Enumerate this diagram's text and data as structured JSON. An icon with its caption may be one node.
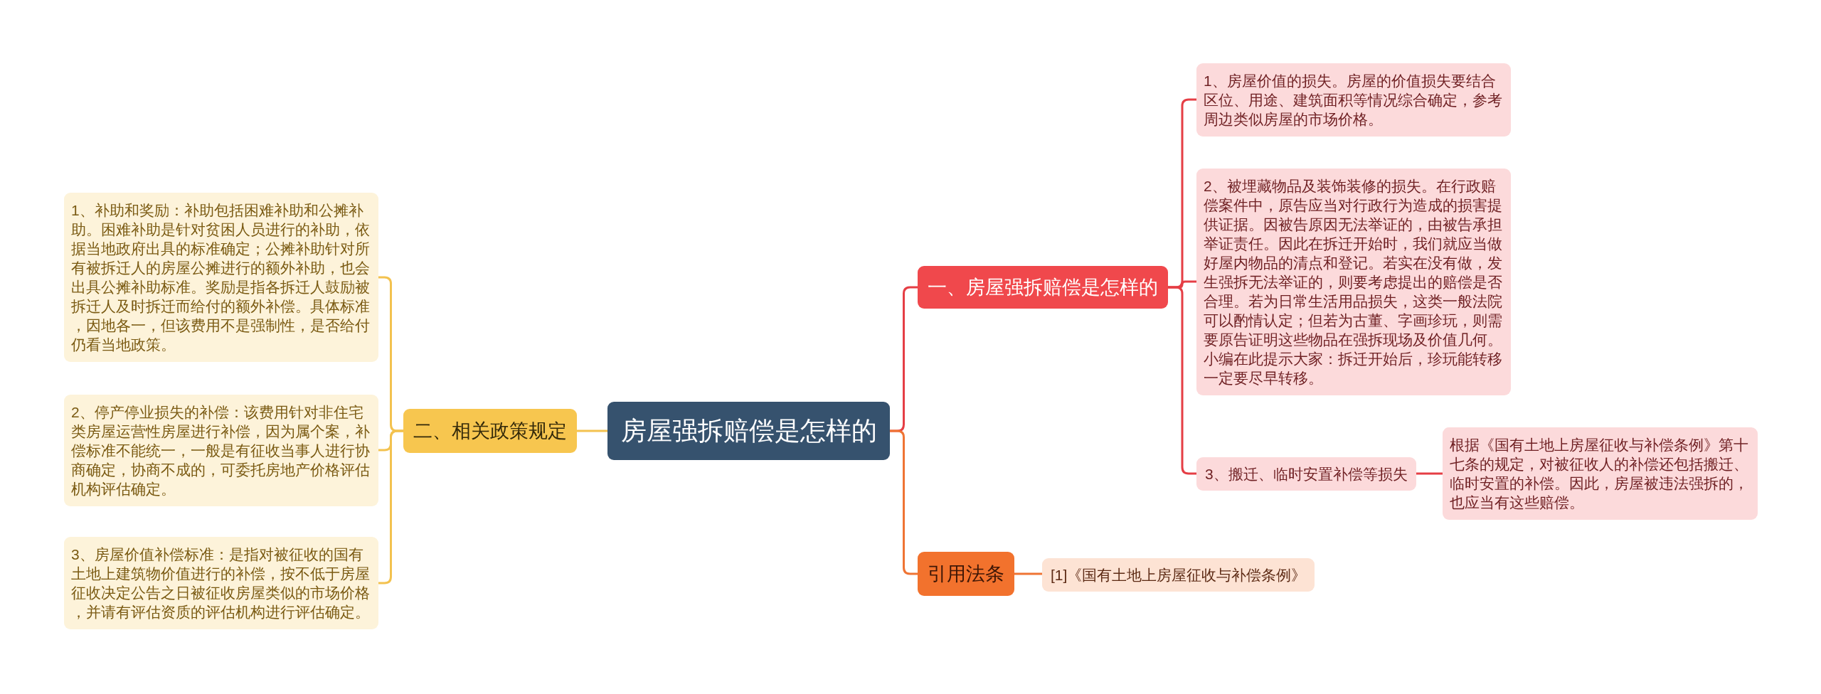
{
  "diagram": {
    "nodes": [
      {
        "text": [
          "房屋强拆赔偿是怎样的"
        ]
      },
      {
        "text": [
          "一、房屋强拆赔偿是怎样的"
        ]
      },
      {
        "text": [
          "1、房屋价值的损失。房屋的价值损失要结合区位、用途、建筑面积等情况综合确定，参考周边类似房屋的市场价格。"
        ]
      },
      {
        "text": [
          "2、被埋藏物品及装饰装修的损失。在行政赔偿案件中，原告应当对行政行为造成的损害提供证据。因被告原因无法举证的，由被告承担举证责任。因此在拆迁开始时，我们就应当做好屋内物品的清点和登记。若实在没有做，发生强拆无法举证的，则要考虑提出的赔偿是否合理。若为日常生活用品损失，这类一般法院可以酌情认定；但若为古董、字画珍玩，则需要原告证明这些物品在强拆现场及价值几何。小编在此提示大家：拆迁开始后，珍玩能转移一定要尽早转移。"
        ]
      },
      {
        "text": [
          "3、搬迁、临时安置补偿等损失"
        ]
      },
      {
        "text": [
          "根据《国有土地上房屋征收与补偿条例》第十七条的规定，对被征收人的补偿还包括搬迁、临时安置的补偿。因此，房屋被违法强拆的，也应当有这些赔偿。"
        ]
      },
      {
        "text": [
          "二、相关政策规定"
        ]
      },
      {
        "text": [
          "1、补助和奖励：补助包括困难补助和公摊补助。困难补助是针对贫困人员进行的补助，依据当地政府出具的标准确定；公摊补助针对所有被拆迁人的房屋公摊进行的额外补助，也会出具公摊补助标准。奖励是指各拆迁人鼓励被拆迁人及时拆迁而给付的额外补偿。具体标准，因地各一，但该费用不是强制性，是否给付仍看当地政策。"
        ]
      },
      {
        "text": [
          "2、停产停业损失的补偿：该费用针对非住宅类房屋运营性房屋进行补偿，因为属个案，补偿标准不能统一，一般是有征收当事人进行协商确定，协商不成的，可委托房地产价格评估机构评估确定。"
        ]
      },
      {
        "text": [
          "3、房屋价值补偿标准：是指对被征收的国有土地上建筑物价值进行的补偿，按不低于房屋征收决定公告之日被征收房屋类似的市场价格，并请有评估资质的评估机构进行评估确定。"
        ]
      },
      {
        "text": [
          "引用法条"
        ]
      },
      {
        "text": [
          "[1]《国有土地上房屋征收与补偿条例》"
        ]
      }
    ],
    "edges": [
      {
        "from": 0,
        "to": 1,
        "arrow": "none"
      },
      {
        "from": 1,
        "to": 2,
        "arrow": "none"
      },
      {
        "from": 1,
        "to": 3,
        "arrow": "none"
      },
      {
        "from": 1,
        "to": 4,
        "arrow": "none"
      },
      {
        "from": 4,
        "to": 5,
        "arrow": "none"
      },
      {
        "from": 0,
        "to": 6,
        "arrow": "none",
        "color": "#f3c24f"
      },
      {
        "from": 6,
        "to": 7,
        "arrow": "none",
        "color": "#f3c24f"
      },
      {
        "from": 6,
        "to": 8,
        "arrow": "none",
        "color": "#f3c24f"
      },
      {
        "from": 6,
        "to": 9,
        "arrow": "none",
        "color": "#f3c24f"
      },
      {
        "from": 0,
        "to": 10,
        "arrow": "none",
        "color": "#ef7434"
      },
      {
        "from": 10,
        "to": 11,
        "arrow": "none",
        "color": "#ef7434"
      }
    ]
  }
}
